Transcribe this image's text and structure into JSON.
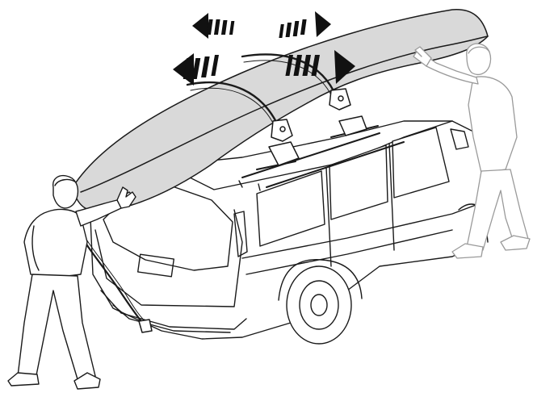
{
  "illustration": {
    "colors": {
      "line": "#1a1a1a",
      "boat_fill": "#d9d9d9",
      "arrow_fill": "#111111",
      "ghost_person_line": "#9a9a9a",
      "background": "#ffffff"
    },
    "icons": {
      "arrow_icon": "dashed-direction-arrow",
      "person_icon": "line-art-person",
      "vehicle_icon": "suv-line-art",
      "boat_icon": "canoe-silhouette"
    }
  }
}
